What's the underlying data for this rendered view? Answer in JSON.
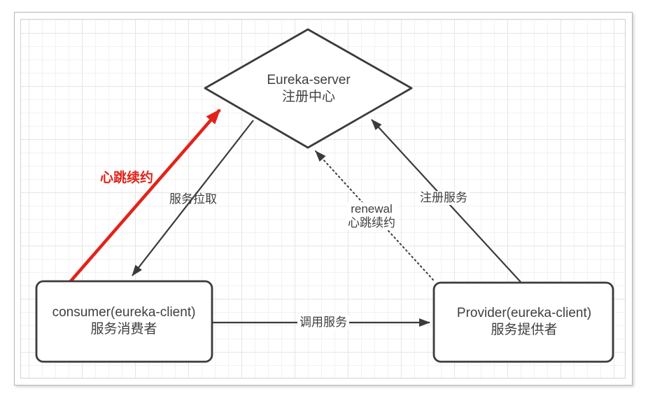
{
  "diagram": {
    "nodes": {
      "server": {
        "shape": "diamond",
        "line1": "Eureka-server",
        "line2": "注册中心"
      },
      "consumer": {
        "shape": "rounded-rect",
        "line1": "consumer(eureka-client)",
        "line2": "服务消费者"
      },
      "provider": {
        "shape": "rounded-rect",
        "line1": "Provider(eureka-client)",
        "line2": "服务提供者"
      }
    },
    "edges": {
      "heartbeat": {
        "from": "consumer",
        "to": "server",
        "style": "solid-thick-red",
        "label": "心跳续约"
      },
      "pull": {
        "from": "server",
        "to": "consumer",
        "style": "solid-arrow",
        "label": "服务拉取"
      },
      "register": {
        "from": "provider",
        "to": "server",
        "style": "solid-arrow",
        "label": "注册服务"
      },
      "renewal": {
        "from": "provider",
        "to": "server",
        "style": "dotted-arrow",
        "label_line1": "renewal",
        "label_line2": "心跳续约"
      },
      "invoke": {
        "from": "consumer",
        "to": "provider",
        "style": "solid-arrow",
        "label": "调用服务"
      }
    },
    "colors": {
      "stroke": "#3b3b3b",
      "text": "#3f3f3f",
      "red": "#e2231a",
      "grid_minor": "#f2f2f2",
      "grid_major": "#e5e5e5"
    }
  }
}
